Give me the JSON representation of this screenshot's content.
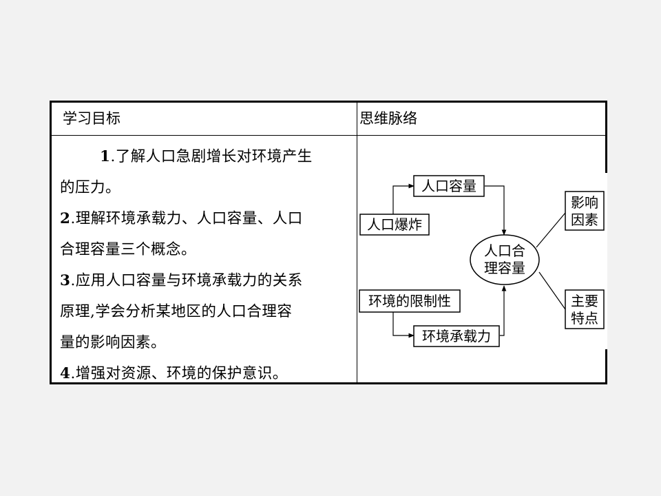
{
  "table": {
    "header_left": "学习目标",
    "header_right": "思维脉络"
  },
  "objectives": [
    {
      "num": "1",
      "lines": [
        ".了解人口急剧增长对环境产生",
        "的压力。"
      ]
    },
    {
      "num": "2",
      "lines": [
        ".理解环境承载力、人口容量、人口",
        "合理容量三个概念。"
      ]
    },
    {
      "num": "3",
      "lines": [
        ".应用人口容量与环境承载力的关系",
        "原理,学会分析某地区的人口合理容",
        "量的影响因素。"
      ]
    },
    {
      "num": "4",
      "lines": [
        ".增强对资源、环境的保护意识。"
      ]
    }
  ],
  "diagram": {
    "nodes": {
      "renkou_rongliang": "人口容量",
      "renkou_baozha": "人口爆炸",
      "center_line1": "人口合",
      "center_line2": "理容量",
      "yingxiang_1": "影响",
      "yingxiang_2": "因素",
      "huanjing_xianzhi": "环境的限制性",
      "huanjing_chengzai": "环境承载力",
      "tedian_1": "主要",
      "tedian_2": "特点"
    }
  }
}
